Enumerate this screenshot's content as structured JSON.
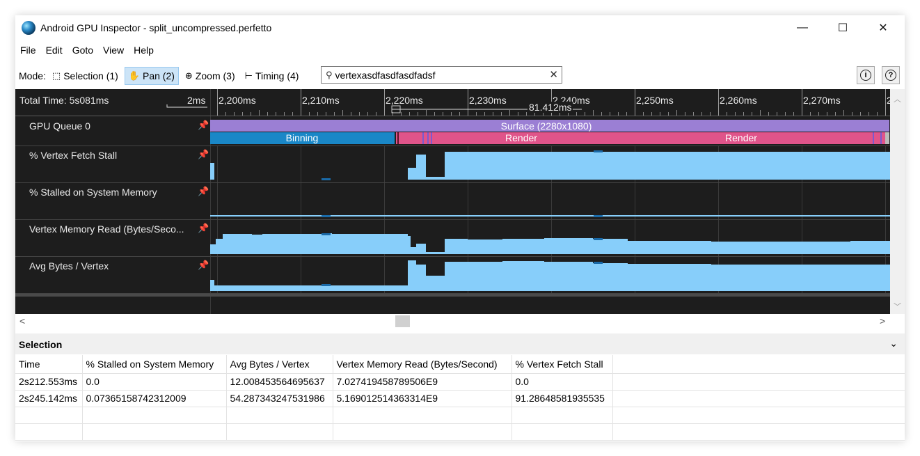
{
  "window": {
    "title": "Android GPU Inspector - split_uncompressed.perfetto",
    "minimize": "—",
    "maximize": "☐",
    "close": "✕"
  },
  "menu": [
    "File",
    "Edit",
    "Goto",
    "View",
    "Help"
  ],
  "toolbar": {
    "mode_label": "Mode:",
    "modes": [
      {
        "label": "Selection (1)",
        "icon": "selection-cursor-icon",
        "active": false
      },
      {
        "label": "Pan (2)",
        "icon": "hand-icon",
        "active": true
      },
      {
        "label": "Zoom (3)",
        "icon": "magnifier-icon",
        "active": false
      },
      {
        "label": "Timing (4)",
        "icon": "timing-bracket-icon",
        "active": false
      }
    ],
    "search_value": "vertexasdfasdfasdfadsf",
    "info_icon": "i",
    "help_icon": "?"
  },
  "timeline": {
    "total_time": "Total Time: 5s081ms",
    "scale": "2ms",
    "ticks": [
      "2,200ms",
      "2,210ms",
      "2,220ms",
      "2,230ms",
      "2,240ms",
      "2,250ms",
      "2,260ms",
      "2,270ms",
      "2"
    ],
    "selection_duration": "81.412ms",
    "tracks": [
      {
        "name": "GPU Queue 0"
      },
      {
        "name": "% Vertex Fetch Stall"
      },
      {
        "name": "% Stalled on System Memory"
      },
      {
        "name": "Vertex Memory Read (Bytes/Seco..."
      },
      {
        "name": "Avg Bytes / Vertex"
      }
    ],
    "slices": {
      "surface": "Surface (2280x1080)",
      "binning": "Binning",
      "render1": "Render",
      "render2": "Render"
    },
    "colors": {
      "surface": "#9b7fd4",
      "binning": "#1a87c7",
      "render": "#e0548a",
      "counter": "#87cefa",
      "background": "#1d1d1d"
    }
  },
  "selection": {
    "title": "Selection",
    "columns": [
      "Time",
      "% Stalled on System Memory",
      "Avg Bytes / Vertex",
      "Vertex Memory Read (Bytes/Second)",
      "% Vertex Fetch Stall"
    ],
    "rows": [
      [
        "2s212.553ms",
        "0.0",
        "12.008453564695637",
        "7.027419458789506E9",
        "0.0"
      ],
      [
        "2s245.142ms",
        "0.07365158742312009",
        "54.287343247531986",
        "5.169012514363314E9",
        "91.28648581935535"
      ]
    ]
  }
}
